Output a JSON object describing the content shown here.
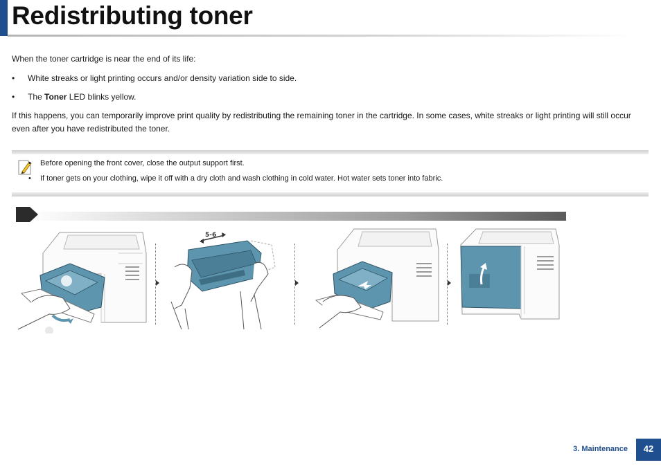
{
  "header": {
    "title": "Redistributing toner"
  },
  "body": {
    "intro": "When the toner cartridge is near the end of its life:",
    "bullets": [
      {
        "text": "White streaks or light printing occurs and/or density variation side to side."
      },
      {
        "prefix": "The ",
        "bold": "Toner",
        "suffix": " LED blinks yellow."
      }
    ],
    "paragraph": "If this happens, you can temporarily improve print quality by redistributing the remaining toner in the cartridge. In some cases, white streaks or light printing will still occur even after you have redistributed the toner."
  },
  "note": {
    "icon": "note-pencil-icon",
    "items": [
      "Before opening the front cover, close the output support first.",
      "If toner gets on your clothing, wipe it off with a dry cloth and wash clothing in cold water. Hot water sets toner into fabric."
    ]
  },
  "steps": {
    "label_shake": "5-6"
  },
  "footer": {
    "section": "3. Maintenance",
    "page": "42"
  },
  "colors": {
    "accent": "#1f4f8f",
    "printer_blue": "#5e95ae"
  }
}
